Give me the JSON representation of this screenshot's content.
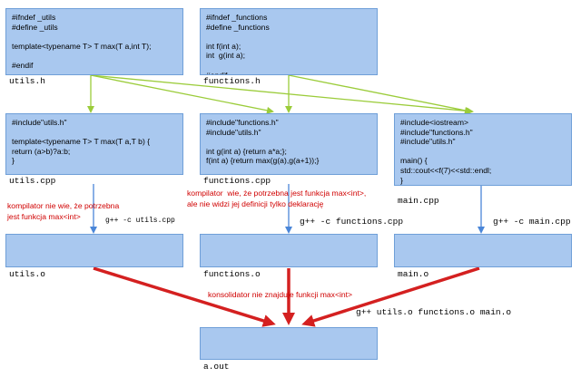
{
  "boxes": {
    "utils_h": "#ifndef _utils\n#define _utils\n\ntemplate<typename T> T max(T a,int T);\n\n#endif",
    "functions_h": "#ifndef _functions\n#define _functions\n\nint f(int a);\nint  g(int a);\n\n#endif",
    "utils_cpp": "#include\"utils.h\"\n\ntemplate<typename T> T max(T a,T b) {\nreturn (a>b)?a:b;\n}",
    "functions_cpp": "#include\"functions.h\"\n#include\"utils.h\"\n\nint g(int a) {return a*a;};\nf(int a) {return max(g(a),g(a+1));}",
    "main_cpp": "#include<iostream>\n#include\"functions.h\"\n#include\"utils.h\"\n\nmain() {\nstd::cout<<f(7)<<std::endl;\n}",
    "utils_o": "",
    "functions_o": "",
    "main_o": "",
    "a_out": ""
  },
  "captions": {
    "utils_h": "utils.h",
    "functions_h": "functions.h",
    "utils_cpp": "utils.cpp",
    "functions_cpp": "functions.cpp",
    "main_cpp": "main.cpp",
    "utils_o": "utils.o",
    "functions_o": "functions.o",
    "main_o": "main.o",
    "a_out": "a.out"
  },
  "commands": {
    "compile_utils": "g++ -c utils.cpp",
    "compile_functions": "g++ -c functions.cpp",
    "compile_main": "g++ -c main.cpp",
    "link": "g++ utils.o functions.o main.o"
  },
  "notes": {
    "utils_note": "kompilator nie wie, że potrzebna\njest funkcja max<int>",
    "functions_note": "kompilator  wie, że potrzebna jest funkcja max<int>,\nale nie widzi jej definicji tylko deklarację",
    "linker_note": "konsolidator nie znajduje funkcji max<int>"
  },
  "colors": {
    "box_fill": "#a9c8ef",
    "box_border": "#6f9fd8",
    "include_arrow": "#9bcc3a",
    "compile_arrow": "#4a86d8",
    "link_arrow": "#d42020",
    "note_text": "#d00000"
  }
}
